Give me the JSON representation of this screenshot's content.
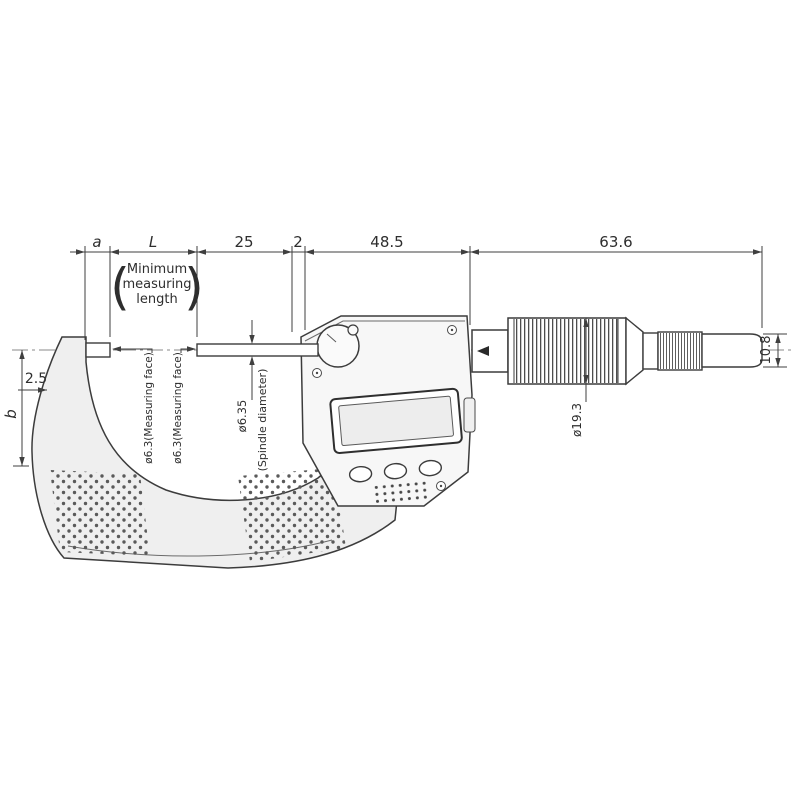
{
  "meta": {
    "title": "Digital micrometer dimensional drawing"
  },
  "dims": {
    "a": "a",
    "L": "L",
    "spindle_travel": "25",
    "gap": "2",
    "body_width": "48.5",
    "sleeve_length": "63.6",
    "anvil_protrusion": "2.5",
    "frame_depth": "b",
    "end_diameter": "10.8",
    "thimble_diameter": "ø19.3",
    "spindle_diameter_value": "ø6.35",
    "spindle_diameter_label": "(Spindle diameter)",
    "measuring_face_left": "ø6.3(Measuring face)",
    "measuring_face_right": "ø6.3(Measuring face)"
  },
  "note": {
    "open": "(",
    "line1": "Minimum",
    "line2": "measuring",
    "line3": "length",
    "close": ")"
  }
}
